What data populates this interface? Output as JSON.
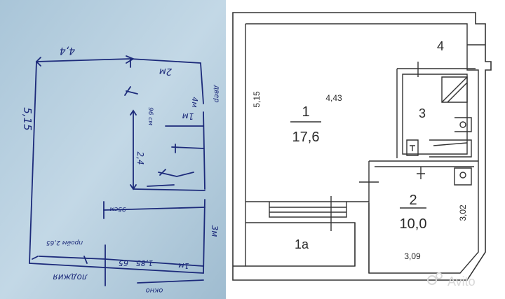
{
  "sketch": {
    "dims": {
      "top_width": "4,4",
      "left_height": "5,15",
      "top_right": "2м",
      "right_side": "4м",
      "inner_1m": "1м",
      "inner_2_4": "2,4",
      "inner_96": "96 см",
      "left_95": "95см",
      "right_lower": "3м",
      "bottom_65": "65",
      "bottom_1_85": "1,85",
      "bottom_1m": "1м"
    },
    "labels": {
      "door": "двер",
      "opening": "проём 2,65",
      "loggia": "лоджия",
      "window": "окно"
    }
  },
  "plan": {
    "rooms": {
      "r1_num": "1",
      "r1_area": "17,6",
      "r1_width": "4,43",
      "r1_length": "5,15",
      "r2_num": "2",
      "r2_area": "10,0",
      "r2_width": "3,09",
      "r2_length": "3,02",
      "r3_num": "3",
      "r4_num": "4",
      "r1a_num": "1а"
    },
    "watermark": "Avito"
  }
}
